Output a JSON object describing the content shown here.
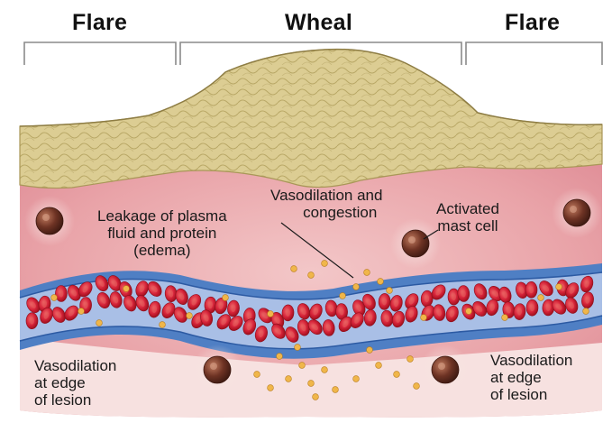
{
  "headers": {
    "left": "Flare",
    "center": "Wheal",
    "right": "Flare"
  },
  "labels": {
    "vasodilation_congestion": [
      "Vasodilation and",
      "congestion"
    ],
    "leakage": [
      "Leakage of plasma",
      "fluid and protein",
      "(edema)"
    ],
    "mast_cell": [
      "Activated",
      "mast cell"
    ],
    "edge_left": [
      "Vasodilation",
      "at edge",
      "of lesion"
    ],
    "edge_right": [
      "Vasodilation",
      "at edge",
      "of lesion"
    ]
  },
  "colors": {
    "epidermis": "#d9c98f",
    "dermis": "#e9a3a8",
    "vessel_wall": "#4f7fc4",
    "vessel_lumen": "#a9bfe6",
    "red_cell": "#d6243a",
    "plasma_droplet": "#f0b64a",
    "mast_cell": "#6e3324"
  }
}
